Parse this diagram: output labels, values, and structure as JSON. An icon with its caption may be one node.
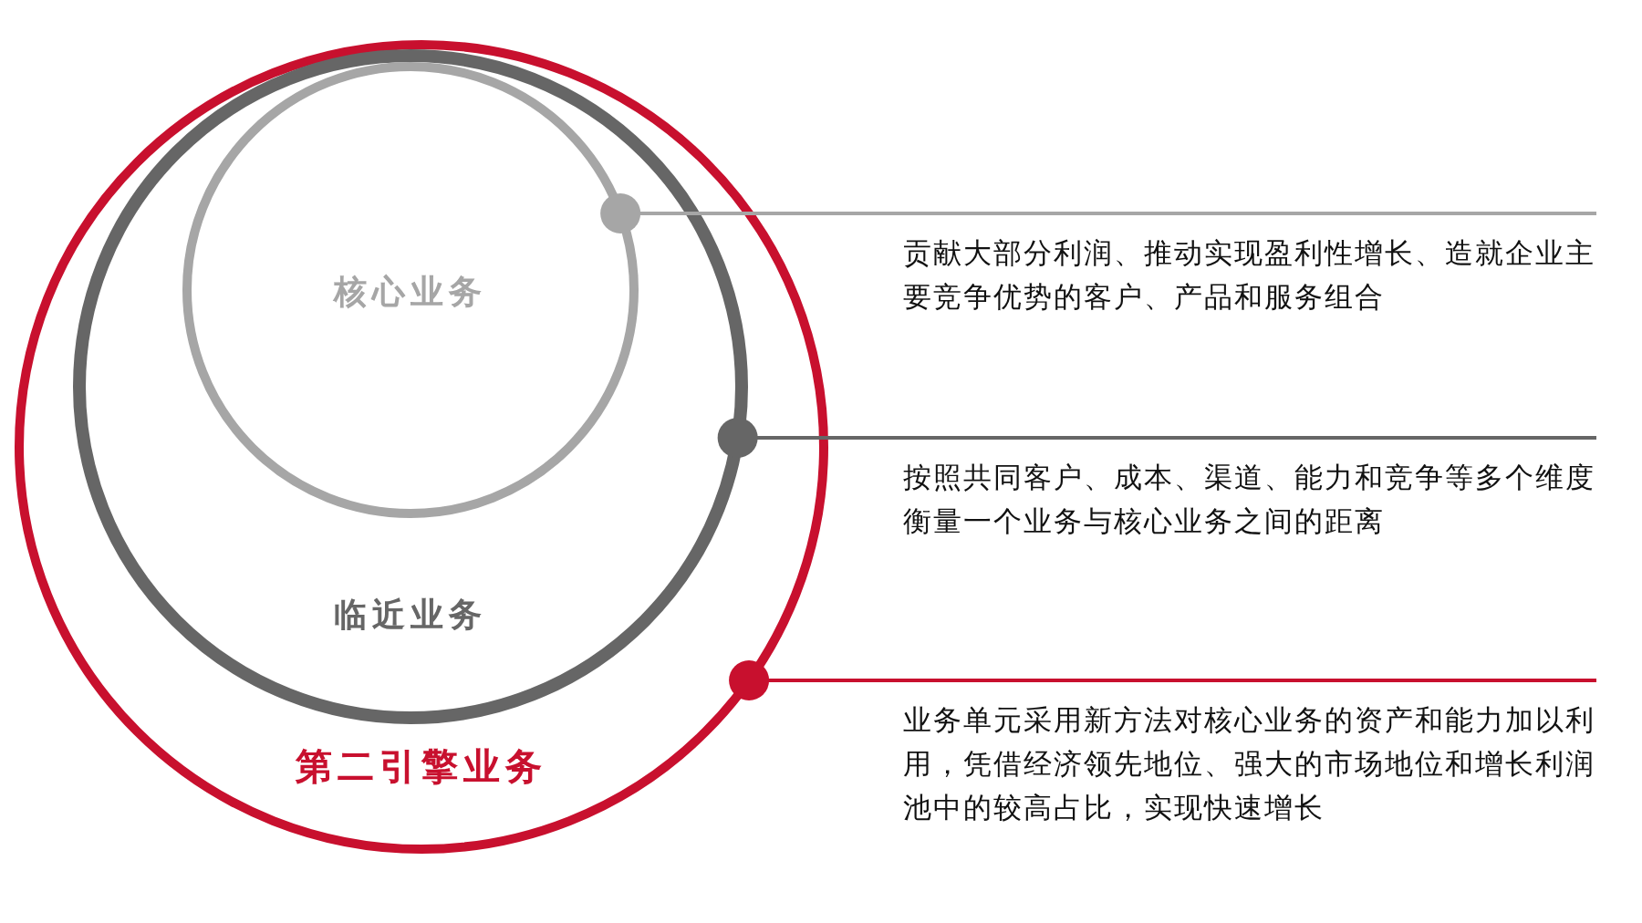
{
  "diagram": {
    "nodes": [
      {
        "text": [
          "第二引擎业务"
        ]
      },
      {
        "text": [
          "临近业务"
        ],
        "in": 0
      },
      {
        "text": [
          "核心业务"
        ],
        "in": 1
      },
      {
        "text": [
          "贡献大部分利润、推动实现盈利性增长、造就企业主要竞争优势的客户、产品和服务组合"
        ]
      },
      {
        "text": [
          "按照共同客户、成本、渠道、能力和竞争等多个维度衡量一个业务与核心业务之间的距离"
        ]
      },
      {
        "text": [
          "业务单元采用新方法对核心业务的资产和能力加以利用，凭借经济领先地位、强大的市场地位和增长利润池中的较高占比，实现快速增长"
        ]
      }
    ],
    "edges": [
      {
        "from": 3,
        "to": 2,
        "arrow": "other",
        "color": "#a6a6a6"
      },
      {
        "from": 4,
        "to": 1,
        "arrow": "other",
        "color": "#666666"
      },
      {
        "from": 5,
        "to": 0,
        "arrow": "other",
        "color": "#c8102e"
      }
    ]
  }
}
